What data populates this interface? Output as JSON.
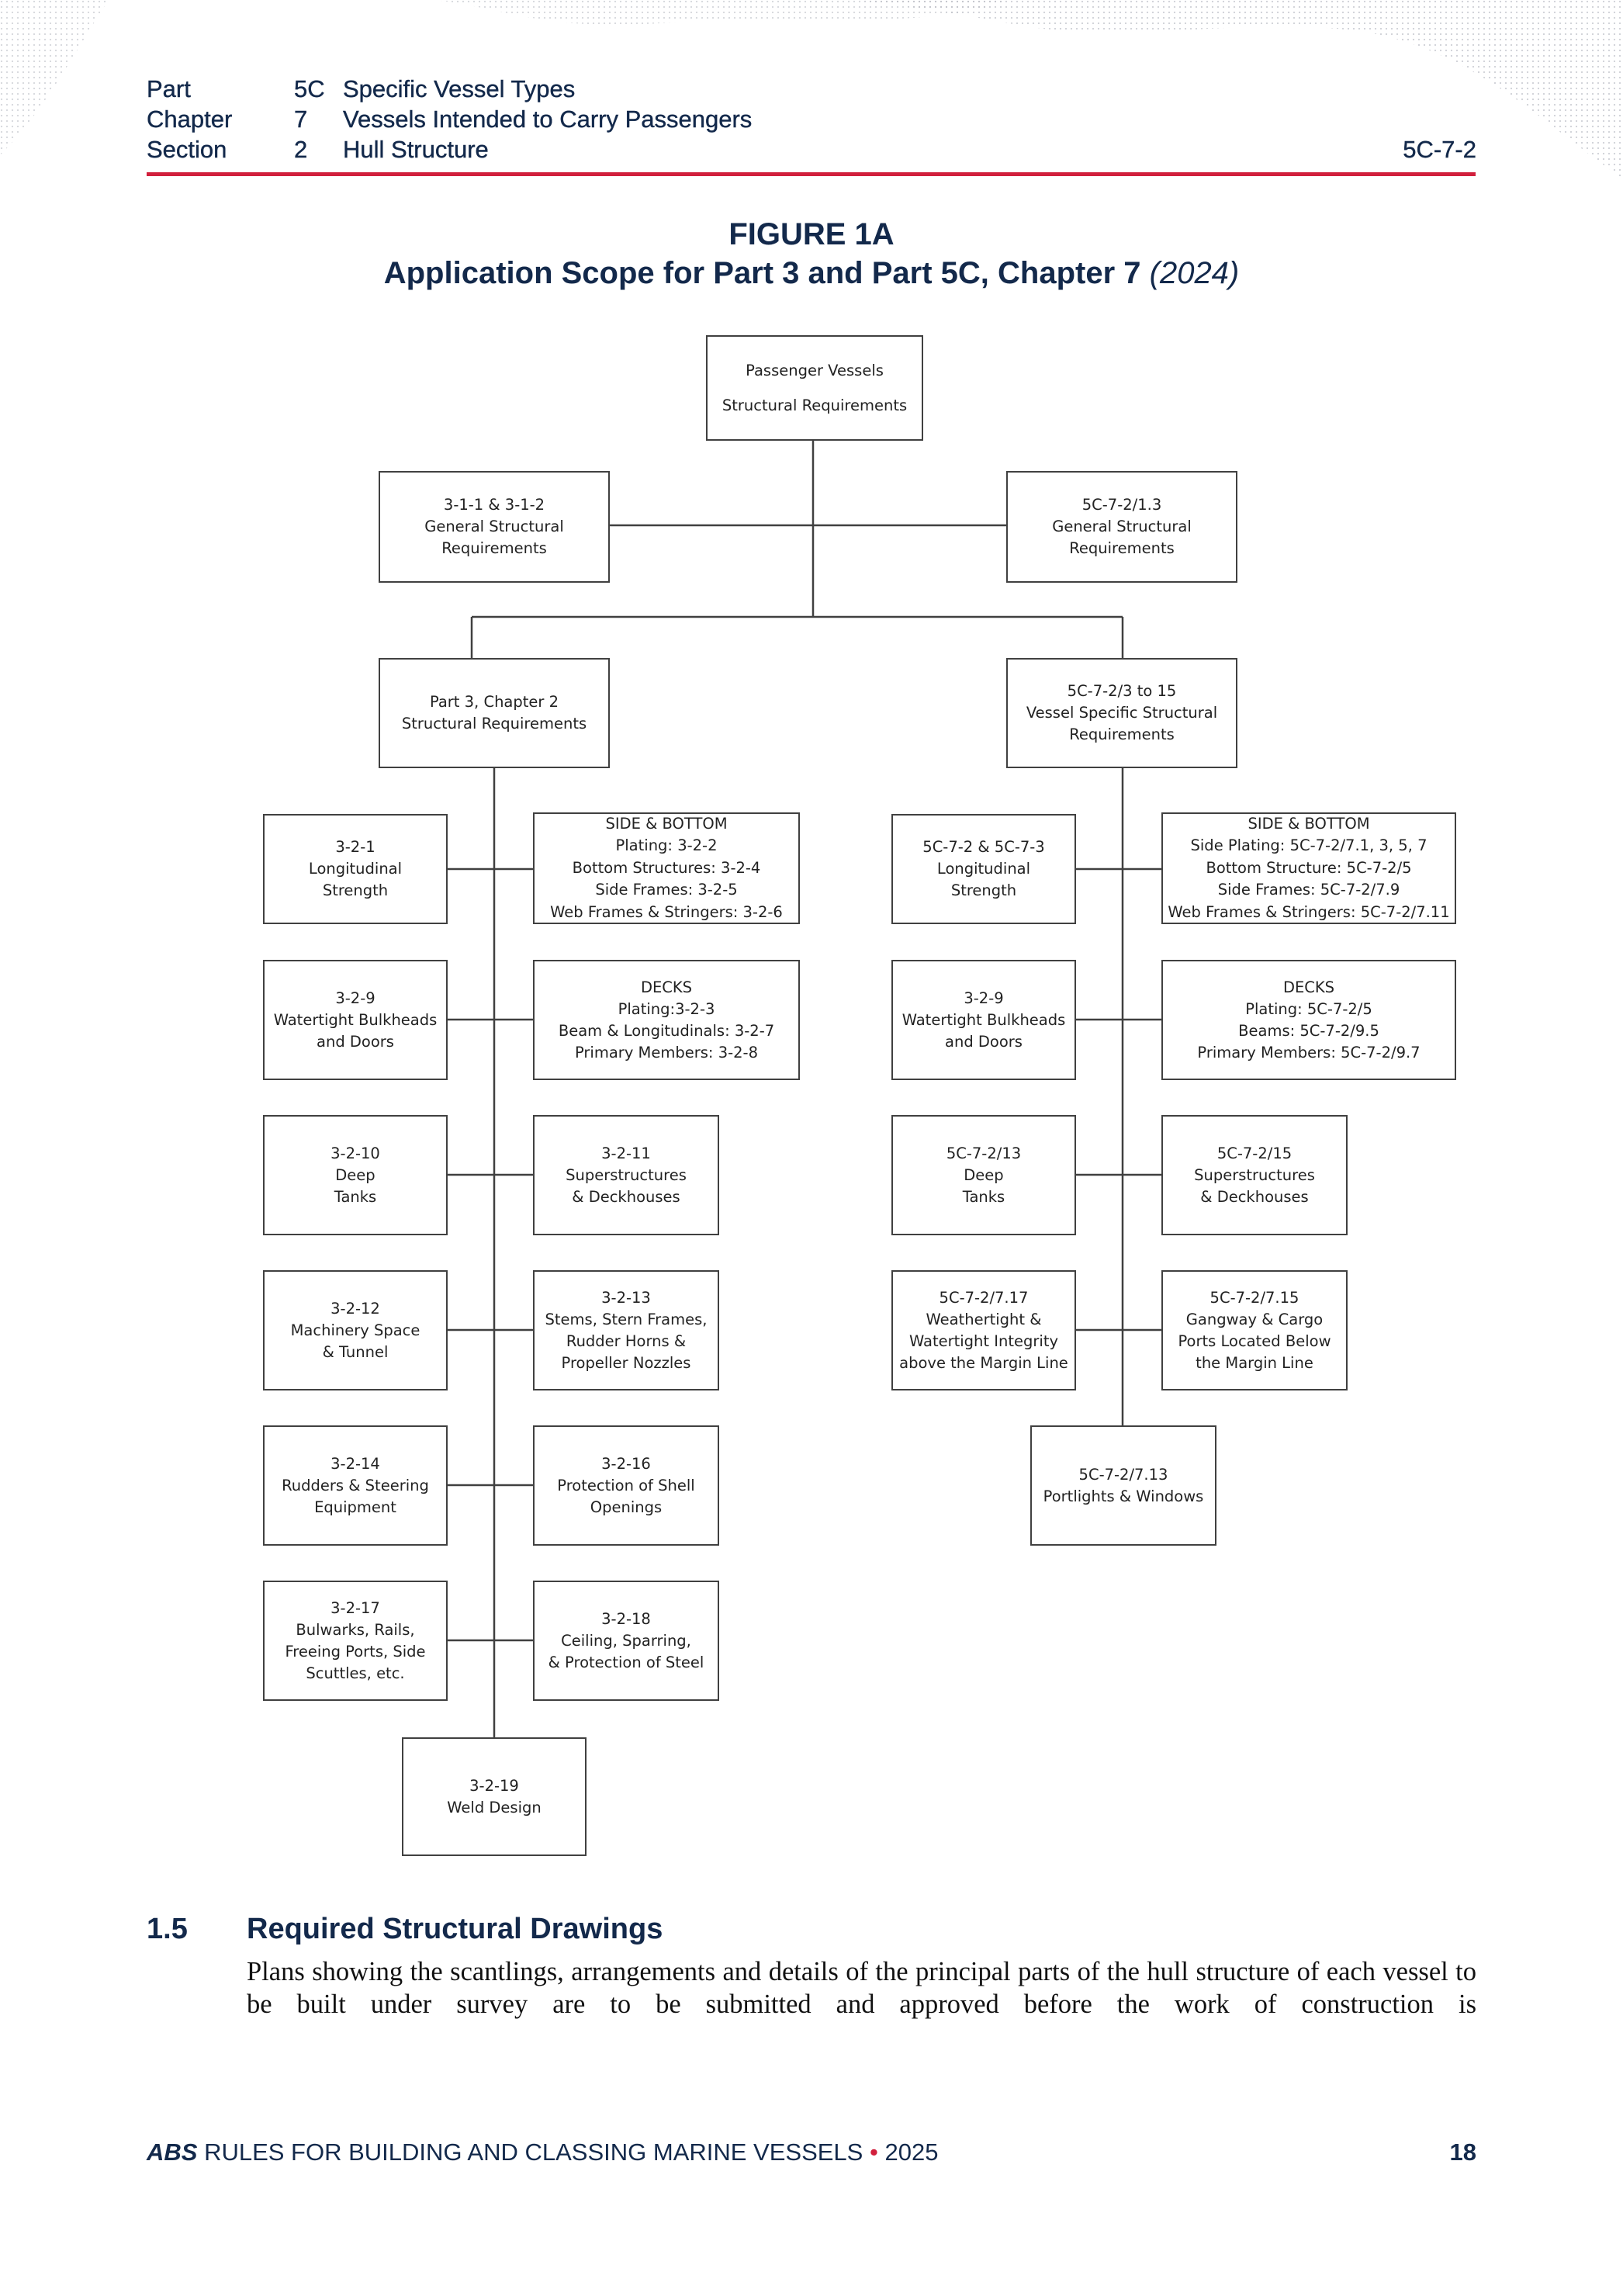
{
  "header": {
    "part_label": "Part",
    "part_num": "5C",
    "part_title": "Specific Vessel Types",
    "chapter_label": "Chapter",
    "chapter_num": "7",
    "chapter_title": "Vessels Intended to Carry Passengers",
    "section_label": "Section",
    "section_num": "2",
    "section_title": "Hull Structure",
    "page_ref": "5C-7-2"
  },
  "figure": {
    "label": "FIGURE 1A",
    "title": "Application Scope for Part 3 and Part 5C, Chapter 7",
    "year": "(2024)"
  },
  "diagram": {
    "root": [
      "Passenger Vessels",
      "Structural Requirements"
    ],
    "gen_left": [
      "3-1-1 & 3-1-2",
      "General Structural",
      "Requirements"
    ],
    "gen_right": [
      "5C-7-2/1.3",
      "General Structural",
      "Requirements"
    ],
    "mid_left": [
      "Part 3, Chapter 2",
      "Structural Requirements"
    ],
    "mid_right": [
      "5C-7-2/3 to 15",
      "Vessel Specific Structural",
      "Requirements"
    ],
    "left_col_a": [
      [
        "3-2-1",
        "Longitudinal",
        "Strength"
      ],
      [
        "3-2-9",
        "Watertight Bulkheads",
        "and Doors"
      ],
      [
        "3-2-10",
        "Deep",
        "Tanks"
      ],
      [
        "3-2-12",
        "Machinery Space",
        "& Tunnel"
      ],
      [
        "3-2-14",
        "Rudders & Steering",
        "Equipment"
      ],
      [
        "3-2-17",
        "Bulwarks, Rails,",
        "Freeing Ports, Side",
        "Scuttles, etc."
      ]
    ],
    "left_col_b": [
      [
        "SIDE & BOTTOM",
        "Plating: 3-2-2",
        "Bottom Structures: 3-2-4",
        "Side Frames: 3-2-5",
        "Web Frames & Stringers: 3-2-6"
      ],
      [
        "DECKS",
        "Plating:3-2-3",
        "Beam & Longitudinals: 3-2-7",
        "Primary Members: 3-2-8"
      ],
      [
        "3-2-11",
        "Superstructures",
        "& Deckhouses"
      ],
      [
        "3-2-13",
        "Stems, Stern Frames,",
        "Rudder Horns &",
        "Propeller Nozzles"
      ],
      [
        "3-2-16",
        "Protection of Shell",
        "Openings"
      ],
      [
        "3-2-18",
        "Ceiling, Sparring,",
        "& Protection of Steel"
      ]
    ],
    "left_bottom": [
      "3-2-19",
      "Weld Design"
    ],
    "right_col_a": [
      [
        "5C-7-2 & 5C-7-3",
        "Longitudinal",
        "Strength"
      ],
      [
        "3-2-9",
        "Watertight Bulkheads",
        "and Doors"
      ],
      [
        "5C-7-2/13",
        "Deep",
        "Tanks"
      ],
      [
        "5C-7-2/7.17",
        "Weathertight &",
        "Watertight Integrity",
        "above the Margin Line"
      ]
    ],
    "right_col_b": [
      [
        "SIDE & BOTTOM",
        "Side Plating: 5C-7-2/7.1, 3, 5, 7",
        "Bottom Structure: 5C-7-2/5",
        "Side Frames: 5C-7-2/7.9",
        "Web Frames & Stringers: 5C-7-2/7.11"
      ],
      [
        "DECKS",
        "Plating: 5C-7-2/5",
        "Beams: 5C-7-2/9.5",
        "Primary Members: 5C-7-2/9.7"
      ],
      [
        "5C-7-2/15",
        "Superstructures",
        "& Deckhouses"
      ],
      [
        "5C-7-2/7.15",
        "Gangway & Cargo",
        "Ports Located Below",
        "the Margin Line"
      ]
    ],
    "right_bottom": [
      "5C-7-2/7.13",
      "Portlights & Windows"
    ]
  },
  "section": {
    "number": "1.5",
    "title": "Required Structural Drawings",
    "text": "Plans showing the scantlings, arrangements and details of the principal parts of the hull structure of each vessel to be built under survey are to be submitted and approved before the work of construction is"
  },
  "footer": {
    "brand": "ABS",
    "title": "RULES FOR BUILDING AND CLASSING MARINE VESSELS",
    "bullet": "•",
    "year": "2025",
    "page": "18"
  }
}
